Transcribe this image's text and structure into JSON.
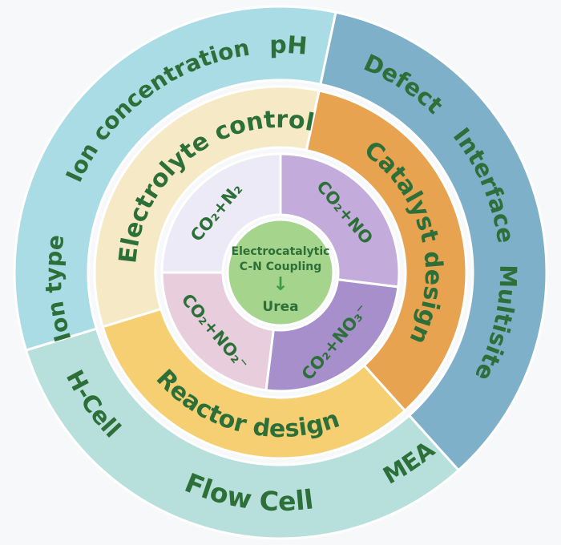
{
  "diagram": {
    "center": {
      "line1": "Electrocatalytic",
      "line2": "C-N Coupling",
      "arrow_icon": "↓",
      "product": "Urea"
    },
    "inner_ring": {
      "segments": [
        {
          "label": "CO₂+N₂"
        },
        {
          "label": "CO₂+NO"
        },
        {
          "label": "CO₂+NO₃⁻"
        },
        {
          "label": "CO₂+NO₂⁻"
        }
      ]
    },
    "middle_ring": {
      "segments": [
        {
          "label": "Electrolyte control"
        },
        {
          "label": "Catalyst design"
        },
        {
          "label": "Reactor design"
        }
      ]
    },
    "outer_ring": {
      "electrolyte_factors": [
        "pH",
        "Ion concentration",
        "Ion type"
      ],
      "catalyst_factors": [
        "Defect",
        "Interface",
        "Multisite"
      ],
      "reactor_factors": [
        "H-Cell",
        "Flow Cell",
        "MEA"
      ]
    }
  },
  "colors": {
    "background": "#f6f8f9",
    "outer_cyan": "#a9dce4",
    "outer_blue": "#7fb0ca",
    "outer_teal": "#b7dfdb",
    "middle_cream": "#f6e9c6",
    "middle_orange": "#e8a350",
    "middle_yellow": "#f6cf72",
    "inner_lavender": "#eceaf6",
    "inner_purple_light": "#c3abdc",
    "inner_purple_dark": "#a68fcb",
    "inner_pink": "#e8cddd",
    "center_green": "#a5d48c",
    "text_green": "#2d6f38",
    "arrow_green": "#3f9b4a",
    "divider_white": "#ffffff"
  }
}
